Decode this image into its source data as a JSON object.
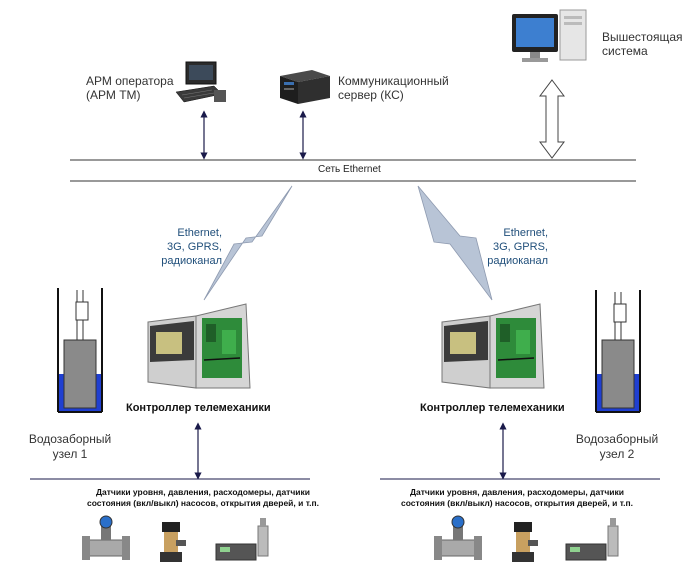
{
  "network": {
    "label": "Сеть Ethernet"
  },
  "top": {
    "arm": {
      "label": "АРМ оператора\n(АРМ ТМ)"
    },
    "server": {
      "label": "Коммуникационный\nсервер (КС)"
    },
    "upper": {
      "label": "Вышестоящая\nсистема"
    }
  },
  "channels": {
    "left": "Ethernet,\n3G, GPRS,\nрадиоканал",
    "right": "Ethernet,\n3G, GPRS,\nрадиоканал"
  },
  "nodes": [
    {
      "controller_label": "Контроллер телемеханики",
      "node_label": "Водозаборный\nузел 1",
      "sensors_text": "Датчики уровня, давления, расходомеры, датчики\nсостояния (вкл/выкл) насосов, открытия дверей, и т.п."
    },
    {
      "controller_label": "Контроллер телемеханики",
      "node_label": "Водозаборный\nузел 2",
      "sensors_text": "Датчики уровня, давления, расходомеры, датчики\nсостояния (вкл/выкл) насосов, открытия дверей, и т.п."
    }
  ],
  "colors": {
    "water": "#1f3fd1",
    "line": "#1a1a4a",
    "lightning": "#b8c4d6",
    "cabinet": "#d8d8d8",
    "board": "#2e8b3a"
  }
}
